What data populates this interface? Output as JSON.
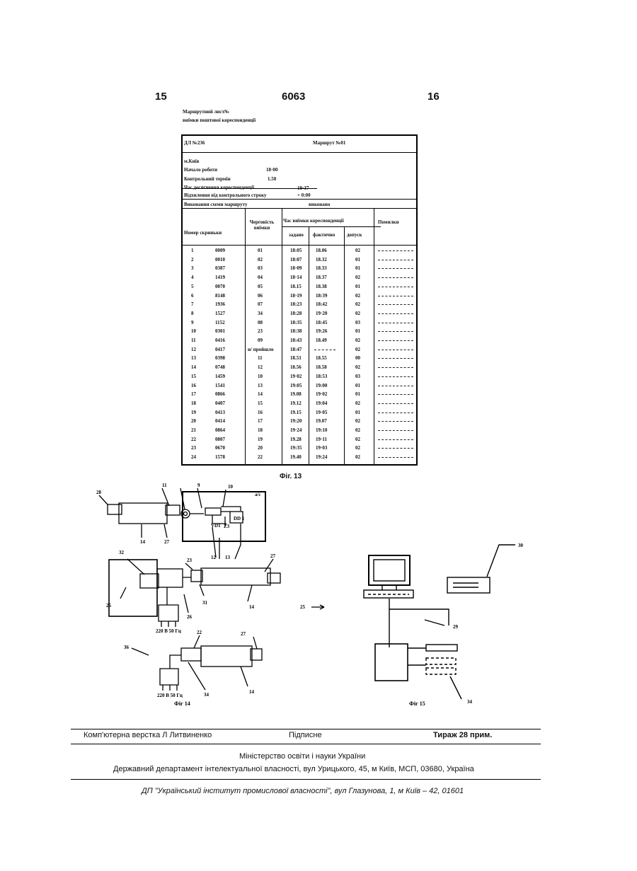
{
  "page": {
    "left_number": "15",
    "center_number": "6063",
    "right_number": "16"
  },
  "route_sheet": {
    "title_line1": "Маршрутний лист№",
    "title_line2": "виїмки поштової кореспонденції"
  },
  "table": {
    "dl_label": "ДЛ №236",
    "route_label": "Маршрут №01",
    "date": "м.Київ",
    "start_label": "Начало роботи",
    "start_value": "18·00",
    "control_label": "Контрольний термін",
    "control_value": "1.50",
    "reach_label": "Час досягнення кореспонденції",
    "reach_value": "19·37",
    "deviation_label": "Відхилення від контрольного строку",
    "deviation_value": "+ 0:00",
    "completion_label": "Виконання схеми маршруту",
    "completion_value": "виконано",
    "col_box": "Номер скриньки",
    "col_order": "Черговість виїмки",
    "col_time_group": "Час виїмки кореспонденції",
    "col_planned": "задано",
    "col_actual": "фактично",
    "col_tolerance": "допуск",
    "col_notes": "Помилки",
    "rows": [
      [
        "1",
        "0009",
        "01",
        "18:05",
        "18.06",
        "02"
      ],
      [
        "2",
        "0010",
        "02",
        "18:07",
        "18.32",
        "01"
      ],
      [
        "3",
        "0387",
        "03",
        "18·09",
        "18.33",
        "01"
      ],
      [
        "4",
        "1419",
        "04",
        "18·14",
        "18.37",
        "02"
      ],
      [
        "5",
        "0070",
        "05",
        "18.15",
        "18.38",
        "01"
      ],
      [
        "6",
        "8148",
        "06",
        "18·19",
        "18:39",
        "02"
      ],
      [
        "7",
        "1936",
        "07",
        "18:23",
        "18:42",
        "02"
      ],
      [
        "8",
        "1527",
        "34",
        "18:28",
        "19·20",
        "02"
      ],
      [
        "9",
        "1152",
        "08",
        "18:35",
        "18:45",
        "03"
      ],
      [
        "10",
        "0301",
        "23",
        "18:38",
        "19:26",
        "01"
      ],
      [
        "11",
        "0416",
        "09",
        "18:43",
        "18.49",
        "02"
      ],
      [
        "12",
        "0417",
        "н/ пройшло",
        "18:47",
        "",
        ""
      ],
      [
        "13",
        "0398",
        "11",
        "18.51",
        "18.55",
        "00"
      ],
      [
        "14",
        "0748",
        "12",
        "18.56",
        "18.58",
        "02"
      ],
      [
        "15",
        "1459",
        "10",
        "19·02",
        "18:53",
        "03"
      ],
      [
        "16",
        "1541",
        "13",
        "19:05",
        "19:00",
        "01"
      ],
      [
        "17",
        "0866",
        "14",
        "19.08",
        "19·02",
        "01"
      ],
      [
        "18",
        "0407",
        "15",
        "19.12",
        "19:04",
        "02"
      ],
      [
        "19",
        "0413",
        "16",
        "19.15",
        "19·05",
        "01"
      ],
      [
        "20",
        "0414",
        "17",
        "19:20",
        "19.07",
        "02"
      ],
      [
        "21",
        "0864",
        "18",
        "19·24",
        "19:10",
        "02"
      ],
      [
        "22",
        "0807",
        "19",
        "19.28",
        "19·11",
        "02"
      ],
      [
        "23",
        "0670",
        "20",
        "19:35",
        "19·03",
        "02"
      ],
      [
        "24",
        "1578",
        "22",
        "19.40",
        "19:24",
        "02"
      ]
    ],
    "row12_tolerance": "02"
  },
  "fig13": "Фіг. 13",
  "fig14": "Фіг 14",
  "fig15": "Фіг 15",
  "fig14_labels": {
    "n28": "28",
    "n11": "11",
    "n9": "9",
    "n10": "10",
    "n_ac": "a/c",
    "n14a": "14",
    "n27a": "27",
    "vd1": "VD1",
    "z3": "Z3",
    "dd": "DD 1",
    "n12": "12",
    "n13": "13",
    "n32": "32",
    "n23": "23",
    "n27b": "27",
    "n25": "25",
    "n14b": "14",
    "n26": "26",
    "n31": "31",
    "power1": "220 В 50 Гц",
    "n36": "36",
    "n22": "22",
    "n27c": "27",
    "n34": "34",
    "n14c": "14",
    "power2": "220 В 50 Гц"
  },
  "fig15_labels": {
    "n30": "30",
    "n25": "25",
    "n29": "29",
    "n34": "34"
  },
  "footer": {
    "layout": "Комп'ютерна верстка Л Литвиненко",
    "signed": "Підписне",
    "print_run": "Тираж 28 прим.",
    "ministry": "Міністерство освіти і науки України",
    "department": "Державний департамент інтелектуальної власності, вул Урицького, 45, м  Київ, МСП, 03680, Україна",
    "institute": "ДП \"Український інститут промислової власності\", вул  Глазунова, 1, м  Київ – 42, 01601"
  }
}
